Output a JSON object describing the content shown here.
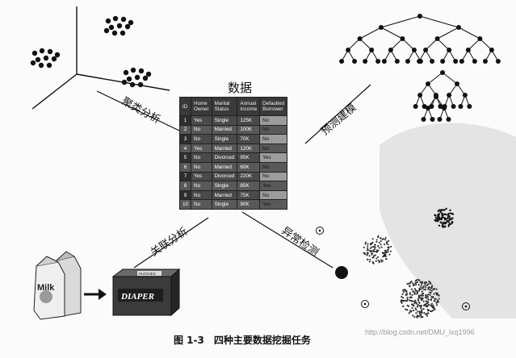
{
  "center_title": "数据",
  "table": {
    "headers": [
      "ID",
      "Home\nOwner",
      "Marital\nStatus",
      "Annual\nIncome",
      "Defaulted\nBorrower"
    ],
    "rows": [
      [
        "1",
        "Yes",
        "Single",
        "125K",
        "No"
      ],
      [
        "2",
        "No",
        "Married",
        "100K",
        "No"
      ],
      [
        "3",
        "No",
        "Single",
        "70K",
        "No"
      ],
      [
        "4",
        "Yes",
        "Married",
        "120K",
        "No"
      ],
      [
        "5",
        "No",
        "Divorced",
        "95K",
        "Yes"
      ],
      [
        "6",
        "No",
        "Married",
        "60K",
        "No"
      ],
      [
        "7",
        "Yes",
        "Divorced",
        "220K",
        "No"
      ],
      [
        "8",
        "No",
        "Single",
        "85K",
        "Yes"
      ],
      [
        "9",
        "No",
        "Married",
        "75K",
        "No"
      ],
      [
        "10",
        "No",
        "Single",
        "90K",
        "Yes"
      ]
    ]
  },
  "tasks": {
    "clustering": "聚类分析",
    "predictive": "预测建模",
    "association": "关联分析",
    "anomaly": "异常检测"
  },
  "illustrations": {
    "milk": "Milk",
    "diaper": "DIAPER",
    "diaper_box_top": "HUGGIES"
  },
  "caption": {
    "number": "图 1-3",
    "text": "四种主要数据挖掘任务"
  },
  "watermark": "http://blog.csdn.net/DMU_lxq1996"
}
